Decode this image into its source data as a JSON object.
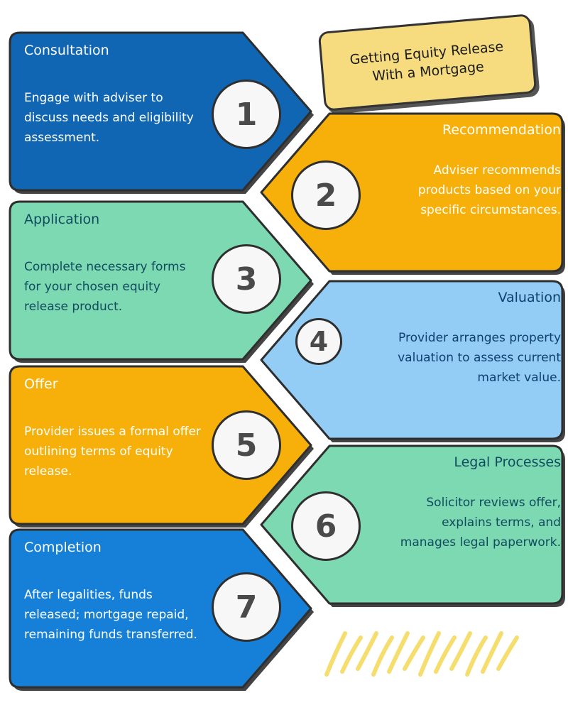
{
  "title": "Getting Equity Release With a Mortgage",
  "steps": [
    {
      "number": "1",
      "label": "Consultation",
      "description": "Engage with adviser to discuss needs and eligibility assessment.",
      "color": "#1166b3",
      "text_color": "#ffffff"
    },
    {
      "number": "2",
      "label": "Recommendation",
      "description": "Adviser recommends products based on your specific circumstances.",
      "color": "#f7b00a",
      "text_color": "#ffffff"
    },
    {
      "number": "3",
      "label": "Application",
      "description": "Complete necessary forms for your chosen equity release product.",
      "color": "#7dd9b1",
      "text_color": "#114b5f"
    },
    {
      "number": "4",
      "label": "Valuation",
      "description": "Provider arranges property valuation to assess current market value.",
      "color": "#93cdf6",
      "text_color": "#0f3f6e"
    },
    {
      "number": "5",
      "label": "Offer",
      "description": "Provider issues a formal offer outlining terms of equity release.",
      "color": "#f7b00a",
      "text_color": "#ffffff"
    },
    {
      "number": "6",
      "label": "Legal Processes",
      "description": "Solicitor reviews offer, explains terms, and manages legal paperwork.",
      "color": "#7dd9b1",
      "text_color": "#114b5f"
    },
    {
      "number": "7",
      "label": "Completion",
      "description": "After legalities, funds released; mortgage repaid, remaining funds transferred.",
      "color": "#1680d8",
      "text_color": "#ffffff"
    }
  ],
  "accent_colors": {
    "title_card": "#f6dc7f",
    "outline": "#333333",
    "squiggle": "#f5dd6e"
  }
}
